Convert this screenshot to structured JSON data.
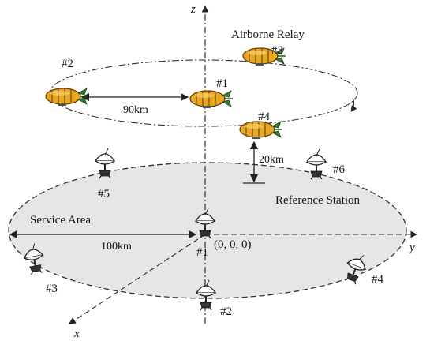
{
  "labels": {
    "airborne_relay": "Airborne Relay",
    "service_area": "Service Area",
    "reference_station": "Reference Station",
    "dist_relay": "90km",
    "dist_altitude": "20km",
    "dist_area": "100km",
    "origin": "(0, 0, 0)"
  },
  "axes": {
    "x": "x",
    "y": "y",
    "z": "z"
  },
  "relays": [
    "#1",
    "#2",
    "#3",
    "#4"
  ],
  "stations": [
    "#1",
    "#2",
    "#3",
    "#4",
    "#5",
    "#6"
  ],
  "colors": {
    "area_fill": "#e6e6e6",
    "relay_body": "#e8a820",
    "relay_stripe": "#7a4a10",
    "relay_fin": "#3a7a30",
    "line": "#222222"
  }
}
